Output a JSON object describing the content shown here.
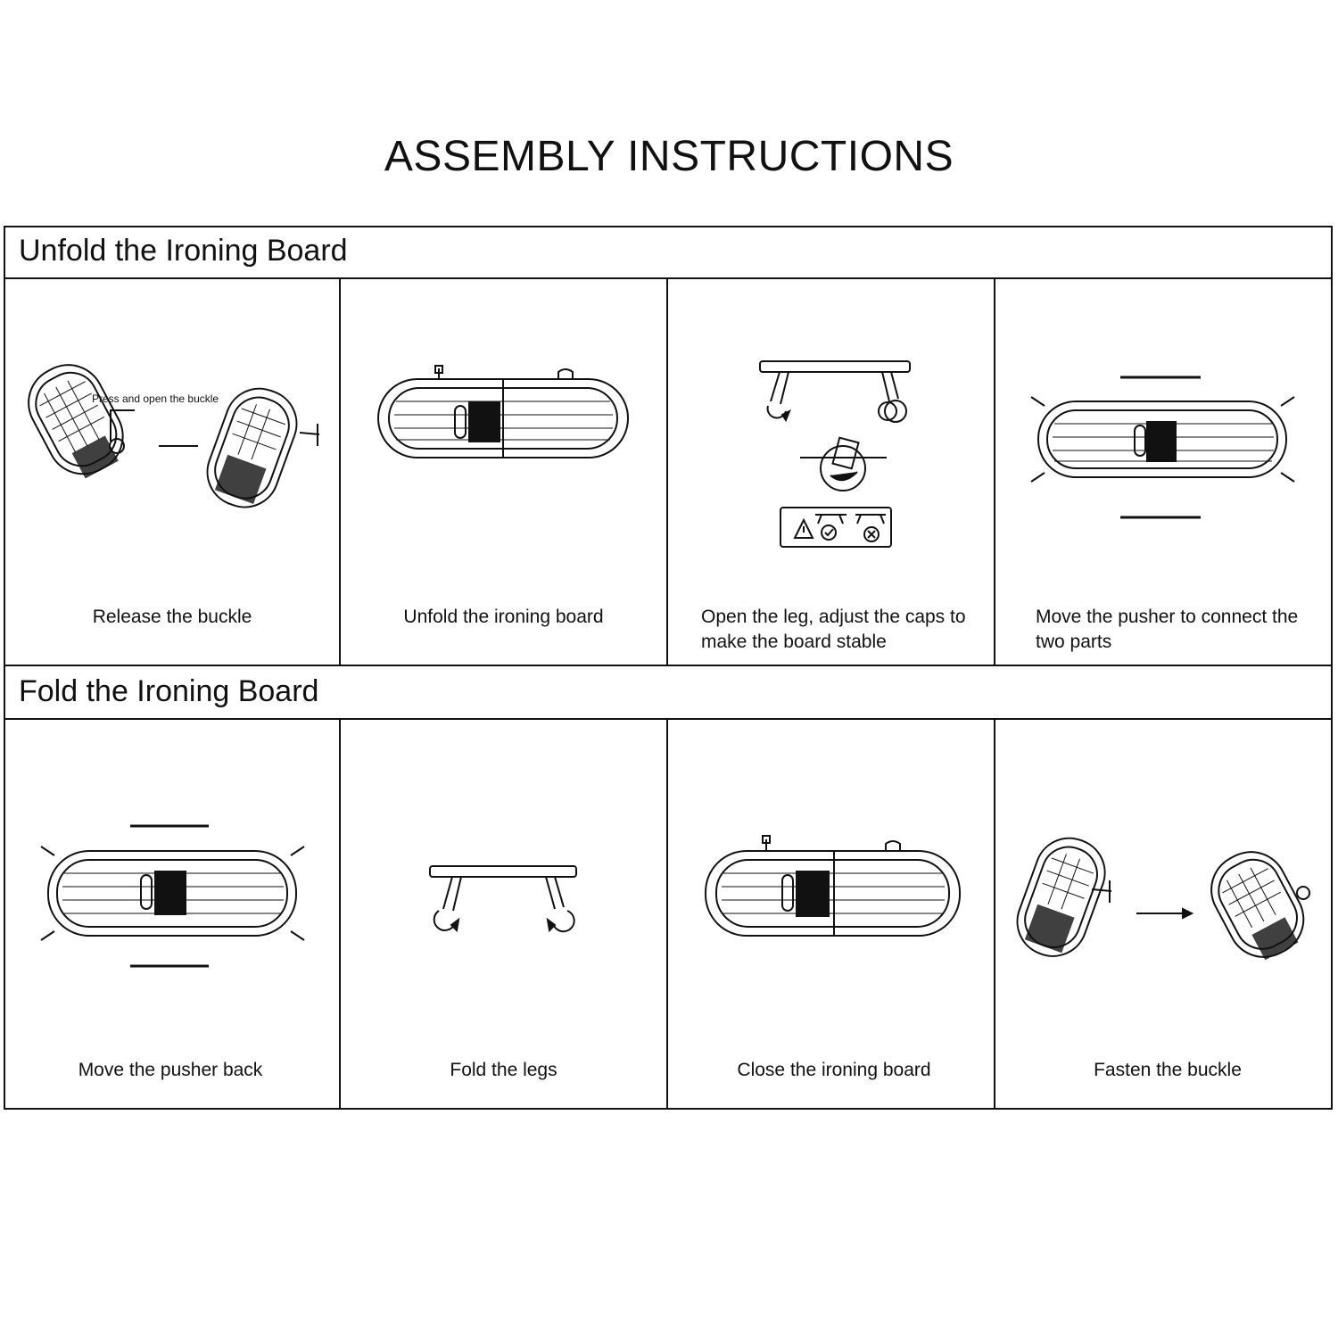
{
  "title": "ASSEMBLY INSTRUCTIONS",
  "sections": [
    {
      "heading": "Unfold the Ironing Board",
      "steps": [
        {
          "caption": "Release the buckle",
          "callout": "Press and open the buckle",
          "illustration": "folded-board-buckle-icon"
        },
        {
          "caption": "Unfold the ironing board",
          "illustration": "unfolded-board-top-icon"
        },
        {
          "caption": "Open the leg, adjust the caps to make the board stable",
          "illustration": "leg-cap-adjust-icon"
        },
        {
          "caption": "Move the pusher to connect the two parts",
          "illustration": "board-pusher-connect-icon"
        }
      ]
    },
    {
      "heading": "Fold the Ironing Board",
      "steps": [
        {
          "caption": "Move the pusher back",
          "illustration": "board-pusher-back-icon"
        },
        {
          "caption": "Fold the legs",
          "illustration": "fold-legs-icon"
        },
        {
          "caption": "Close the ironing board",
          "illustration": "close-board-icon"
        },
        {
          "caption": "Fasten the buckle",
          "illustration": "fasten-buckle-icon"
        }
      ]
    }
  ]
}
